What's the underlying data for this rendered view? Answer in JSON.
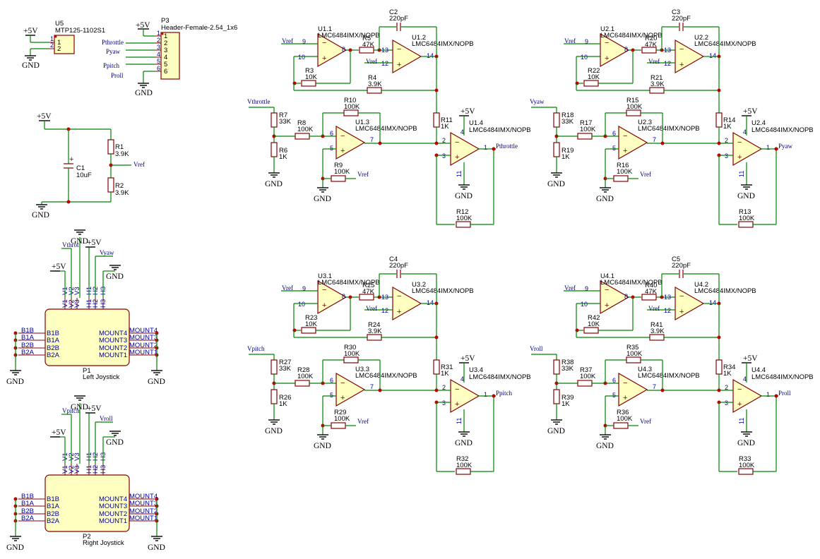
{
  "power": {
    "gnd": "GND",
    "v5": "+5V"
  },
  "u5": {
    "ref": "U5",
    "value": "MTP125-1102S1",
    "pins": [
      "1",
      "2"
    ]
  },
  "p3": {
    "ref": "P3",
    "value": "Header-Female-2.54_1x6",
    "pins": [
      "1",
      "2",
      "3",
      "4",
      "5",
      "6"
    ],
    "nets": [
      "Pthrottle",
      "Pyaw",
      "Ppitch",
      "Proll"
    ]
  },
  "vref_block": {
    "c1_ref": "C1",
    "c1_value": "10uF",
    "r1_ref": "R1",
    "r1_value": "3.9K",
    "r2_ref": "R2",
    "r2_value": "3.9K",
    "net": "Vref"
  },
  "channels": [
    {
      "name": "throttle",
      "in_label": "Vthrottle",
      "out_label": "Pthrottle",
      "vref": "Vref",
      "opamps": [
        "U1.1",
        "U1.2",
        "U1.3",
        "U1.4"
      ],
      "part": "LMC6484IMX/NOPB",
      "cap_ref": "C2",
      "cap_val": "220pF",
      "res": {
        "a": [
          "R5",
          "47K"
        ],
        "b": [
          "R3",
          "10K"
        ],
        "c": [
          "R4",
          "3.9K"
        ],
        "d": [
          "R10",
          "100K"
        ],
        "e": [
          "R7",
          "33K"
        ],
        "f": [
          "R8",
          "100K"
        ],
        "g": [
          "R6",
          "1K"
        ],
        "h": [
          "R9",
          "100K"
        ],
        "i": [
          "R11",
          "1K"
        ],
        "k": [
          "R12",
          "100K"
        ]
      }
    },
    {
      "name": "yaw",
      "in_label": "Vyaw",
      "out_label": "Pyaw",
      "vref": "Vref",
      "opamps": [
        "U2.1",
        "U2.2",
        "U2.3",
        "U2.4"
      ],
      "part": "LMC6484IMX/NOPB",
      "cap_ref": "C3",
      "cap_val": "220pF",
      "res": {
        "a": [
          "R20",
          "47K"
        ],
        "b": [
          "R22",
          "10K"
        ],
        "c": [
          "R21",
          "3.9K"
        ],
        "d": [
          "R15",
          "100K"
        ],
        "e": [
          "R18",
          "33K"
        ],
        "f": [
          "R17",
          "100K"
        ],
        "g": [
          "R19",
          "1K"
        ],
        "h": [
          "R16",
          "100K"
        ],
        "i": [
          "R14",
          "1K"
        ],
        "k": [
          "R13",
          "100K"
        ]
      }
    },
    {
      "name": "pitch",
      "in_label": "Vpitch",
      "out_label": "Ppitch",
      "vref": "Vref",
      "opamps": [
        "U3.1",
        "U3.2",
        "U3.3",
        "U3.4"
      ],
      "part": "LMC6484IMX/NOPB",
      "cap_ref": "C4",
      "cap_val": "220pF",
      "res": {
        "a": [
          "R25",
          "47K"
        ],
        "b": [
          "R23",
          "10K"
        ],
        "c": [
          "R24",
          "3.9K"
        ],
        "d": [
          "R30",
          "100K"
        ],
        "e": [
          "R27",
          "33K"
        ],
        "f": [
          "R28",
          "100K"
        ],
        "g": [
          "R26",
          "1K"
        ],
        "h": [
          "R29",
          "100K"
        ],
        "i": [
          "R31",
          "1K"
        ],
        "k": [
          "R32",
          "100K"
        ]
      }
    },
    {
      "name": "roll",
      "in_label": "Vroll",
      "out_label": "Proll",
      "vref": "Vref",
      "opamps": [
        "U4.1",
        "U4.2",
        "U4.3",
        "U4.4"
      ],
      "part": "LMC6484IMX/NOPB",
      "cap_ref": "C5",
      "cap_val": "220pF",
      "res": {
        "a": [
          "R40",
          "47K"
        ],
        "b": [
          "R42",
          "10K"
        ],
        "c": [
          "R41",
          "3.9K"
        ],
        "d": [
          "R35",
          "100K"
        ],
        "e": [
          "R38",
          "33K"
        ],
        "f": [
          "R37",
          "100K"
        ],
        "g": [
          "R39",
          "1K"
        ],
        "h": [
          "R36",
          "100K"
        ],
        "i": [
          "R34",
          "1K"
        ],
        "k": [
          "R33",
          "100K"
        ]
      }
    }
  ],
  "joysticks": [
    {
      "ref": "P1",
      "value": "Left Joystick",
      "top_pins": [
        "V1",
        "V2",
        "V3",
        "H1",
        "H2",
        "H3"
      ],
      "left_pins": [
        "B1B",
        "B1A",
        "B2B",
        "B2A"
      ],
      "right_pins": [
        "MOUNT4",
        "MOUNT3",
        "MOUNT2",
        "MOUNT1"
      ],
      "labels": [
        "Vthrot",
        "Vyaw"
      ]
    },
    {
      "ref": "P2",
      "value": "Right Joystick",
      "top_pins": [
        "V1",
        "V2",
        "V3",
        "H1",
        "H2",
        "H3"
      ],
      "left_pins": [
        "B1B",
        "B1A",
        "B2B",
        "B2A"
      ],
      "right_pins": [
        "MOUNT4",
        "MOUNT3",
        "MOUNT2",
        "MOUNT1"
      ],
      "labels": [
        "Vpitch",
        "Vroll"
      ]
    }
  ]
}
